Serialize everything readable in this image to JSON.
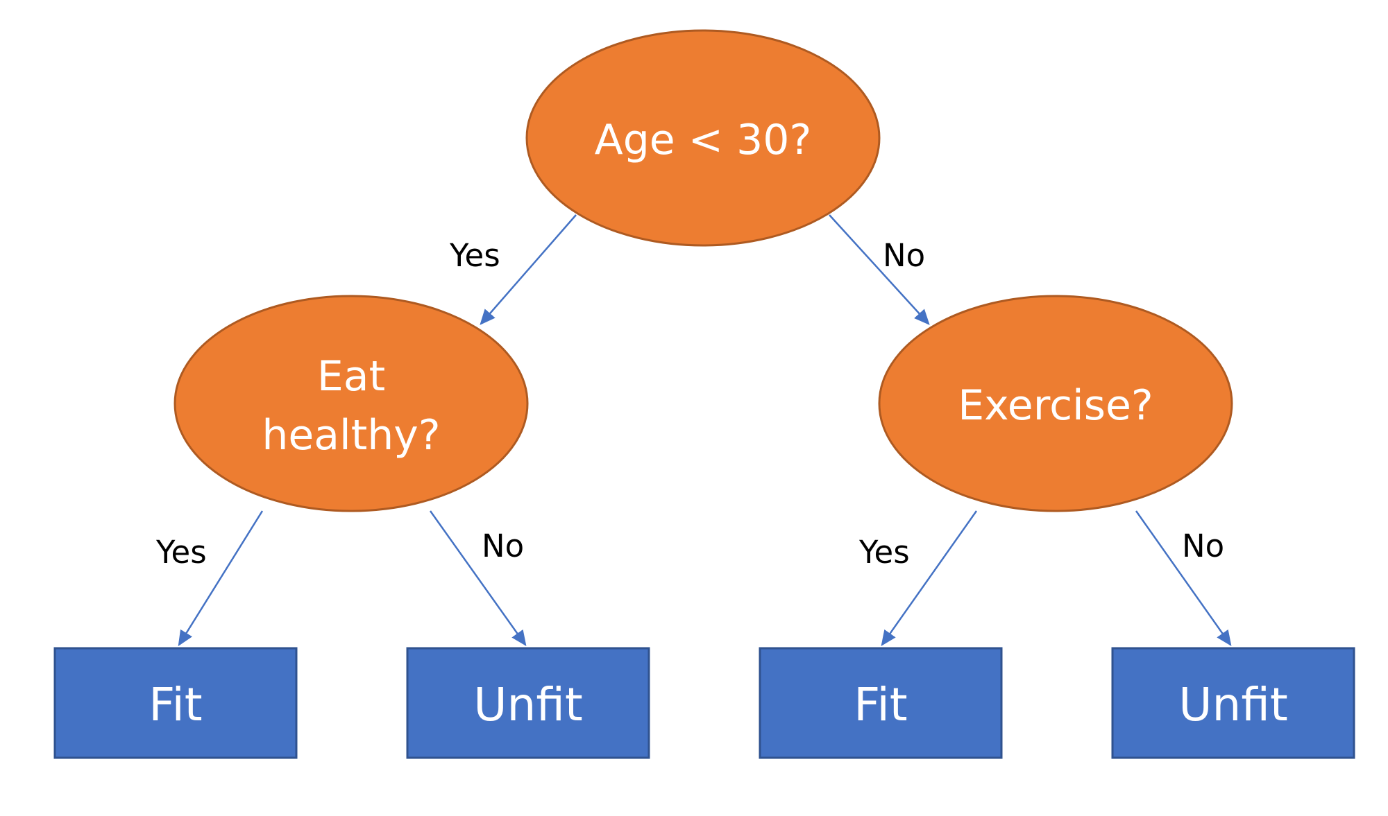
{
  "colors": {
    "decision_fill": "#ED7D31",
    "decision_stroke": "#AE5A21",
    "leaf_fill": "#4472C4",
    "leaf_stroke": "#2F528F",
    "edge": "#4472C4",
    "node_text": "#FFFFFF",
    "edge_text": "#000000"
  },
  "tree": {
    "root": {
      "label": "Age < 30?"
    },
    "left_decision": {
      "line1": "Eat",
      "line2": "healthy?"
    },
    "right_decision": {
      "label": "Exercise?"
    },
    "leaves": [
      {
        "label": "Fit"
      },
      {
        "label": "Unfit"
      },
      {
        "label": "Fit"
      },
      {
        "label": "Unfit"
      }
    ],
    "edges": {
      "root_left": "Yes",
      "root_right": "No",
      "left_yes": "Yes",
      "left_no": "No",
      "right_yes": "Yes",
      "right_no": "No"
    }
  }
}
